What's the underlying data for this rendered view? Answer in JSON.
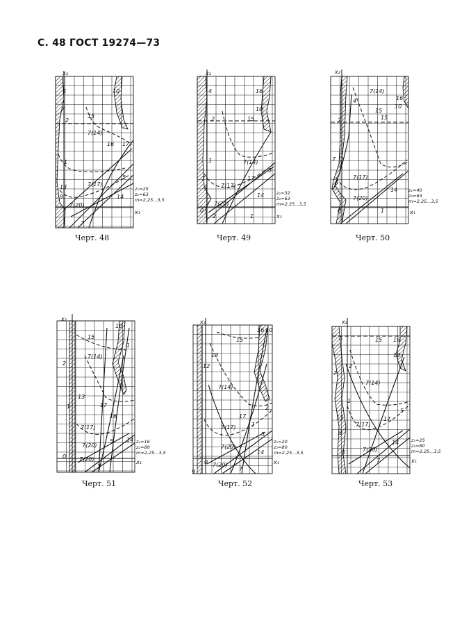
{
  "header": {
    "text": "С. 48 ГОСТ 19274—73"
  },
  "figures": [
    {
      "caption": "Черт. 48",
      "axis_y": "x₂",
      "axis_x": "x₁",
      "params": [
        "z₁=25",
        "z₂=63",
        "m=2,25...3,5"
      ],
      "labels": [
        "4",
        "10",
        "7",
        "15",
        "2",
        "7(14)",
        "16",
        "17",
        "1",
        "5",
        "7(17)",
        "13",
        "14",
        "9",
        "7(20)",
        "7"
      ]
    },
    {
      "caption": "Черт. 49",
      "axis_y": "x₂",
      "axis_x": "x₁",
      "params": [
        "z₁=32",
        "z₂=63",
        "m=2,25...3,5"
      ],
      "labels": [
        "4",
        "16",
        "10",
        "15",
        "2",
        "7(14)",
        "1",
        "5",
        "7",
        "17",
        "9",
        "7(17)",
        "14",
        "7(20)",
        "0",
        "2",
        "1"
      ]
    },
    {
      "caption": "Черт. 50",
      "axis_y": "x₂",
      "axis_x": "x₁",
      "params": [
        "z₁=40",
        "z₂=63",
        "m=2,25...3,5"
      ],
      "labels": [
        "7(14)",
        "4",
        "16",
        "15",
        "10",
        "2",
        "15",
        "7",
        "1",
        "7(17)",
        "9",
        "14",
        "7(20)",
        "0",
        "1"
      ]
    },
    {
      "caption": "Черт. 51",
      "axis_y": "x₂",
      "axis_x": "x₁",
      "params": [
        "z₁=16",
        "z₂=80",
        "m=2,25...3,5"
      ],
      "labels": [
        "10",
        "15",
        "1",
        "7(14)",
        "2",
        "2",
        "13",
        "1",
        "17",
        "16",
        "7(17)",
        "5",
        "14",
        "7(20)",
        "0",
        "7(20)",
        "7"
      ]
    },
    {
      "caption": "Черт. 52",
      "axis_y": "x₂",
      "axis_x": "x₁",
      "params": [
        "z₁=20",
        "z₂=80",
        "m=2,25...3,5"
      ],
      "labels": [
        "16",
        "10",
        "15",
        "13",
        "12",
        "7(14)",
        "7(17)",
        "17",
        "2",
        "1",
        "5",
        "14",
        "7(20)",
        "0",
        "9",
        "7(20)",
        "7"
      ]
    },
    {
      "caption": "Черт. 53",
      "axis_y": "x₂",
      "axis_x": "x₁",
      "params": [
        "z₁=25",
        "z₂=80",
        "m=2,25...3,5"
      ],
      "labels": [
        "6",
        "15",
        "16",
        "10",
        "2",
        "7",
        "7(14)",
        "1",
        "13",
        "17",
        "5",
        "7(17)",
        "14",
        "9",
        "7(20)",
        "7",
        "0"
      ]
    }
  ]
}
